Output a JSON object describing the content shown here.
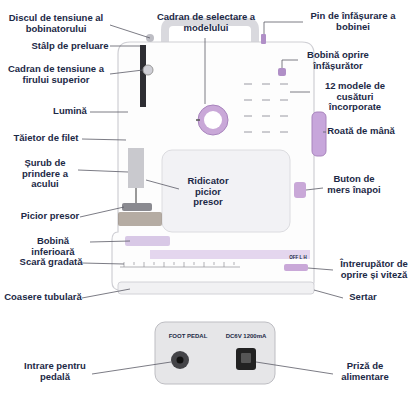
{
  "diagram": {
    "labels": [
      "Discul de tensiune al bobinatorului",
      "Stâlp de preluare",
      "Cadran de tensiune a firului superior",
      "Lumină",
      "Tăietor de filet",
      "Șurub de prindere a acului",
      "Picior presor",
      "Bobină inferioară",
      "Scară gradată",
      "Coasere tubulară",
      "Cadran de selectare a modelului",
      "Ridicator picior presor",
      "Pin de înfășurare a bobinei",
      "Bobină oprire înfășurător",
      "12 modele de cusături încorporate",
      "Roată de mână",
      "Buton de mers înapoi",
      "Întrerupător de oprire și viteză",
      "Sertar",
      "OFF L H",
      "FOOT PEDAL",
      "DC6V 1200mA",
      "Intrare pentru pedală",
      "Priză de alimentare"
    ]
  }
}
